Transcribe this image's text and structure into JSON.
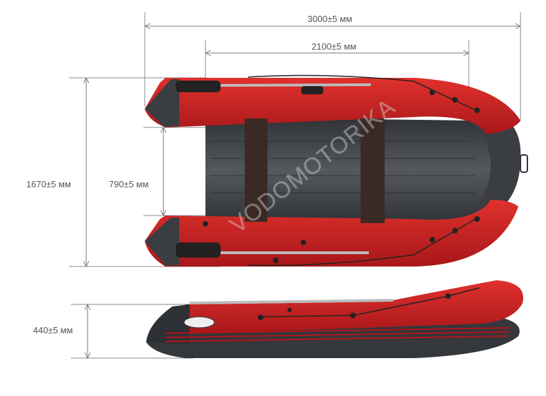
{
  "dimensions": {
    "length_total": "3000±5 мм",
    "length_inner": "2100±5 мм",
    "width_total": "1670±5 мм",
    "width_inner": "790±5 мм",
    "tube_height": "440±5 мм"
  },
  "watermark": "VODOMOTORIKA",
  "colors": {
    "tube_red": "#c8201f",
    "hull_gray": "#3a3d41",
    "seat_brown": "#3b2a24",
    "dimension_line": "#777777"
  }
}
